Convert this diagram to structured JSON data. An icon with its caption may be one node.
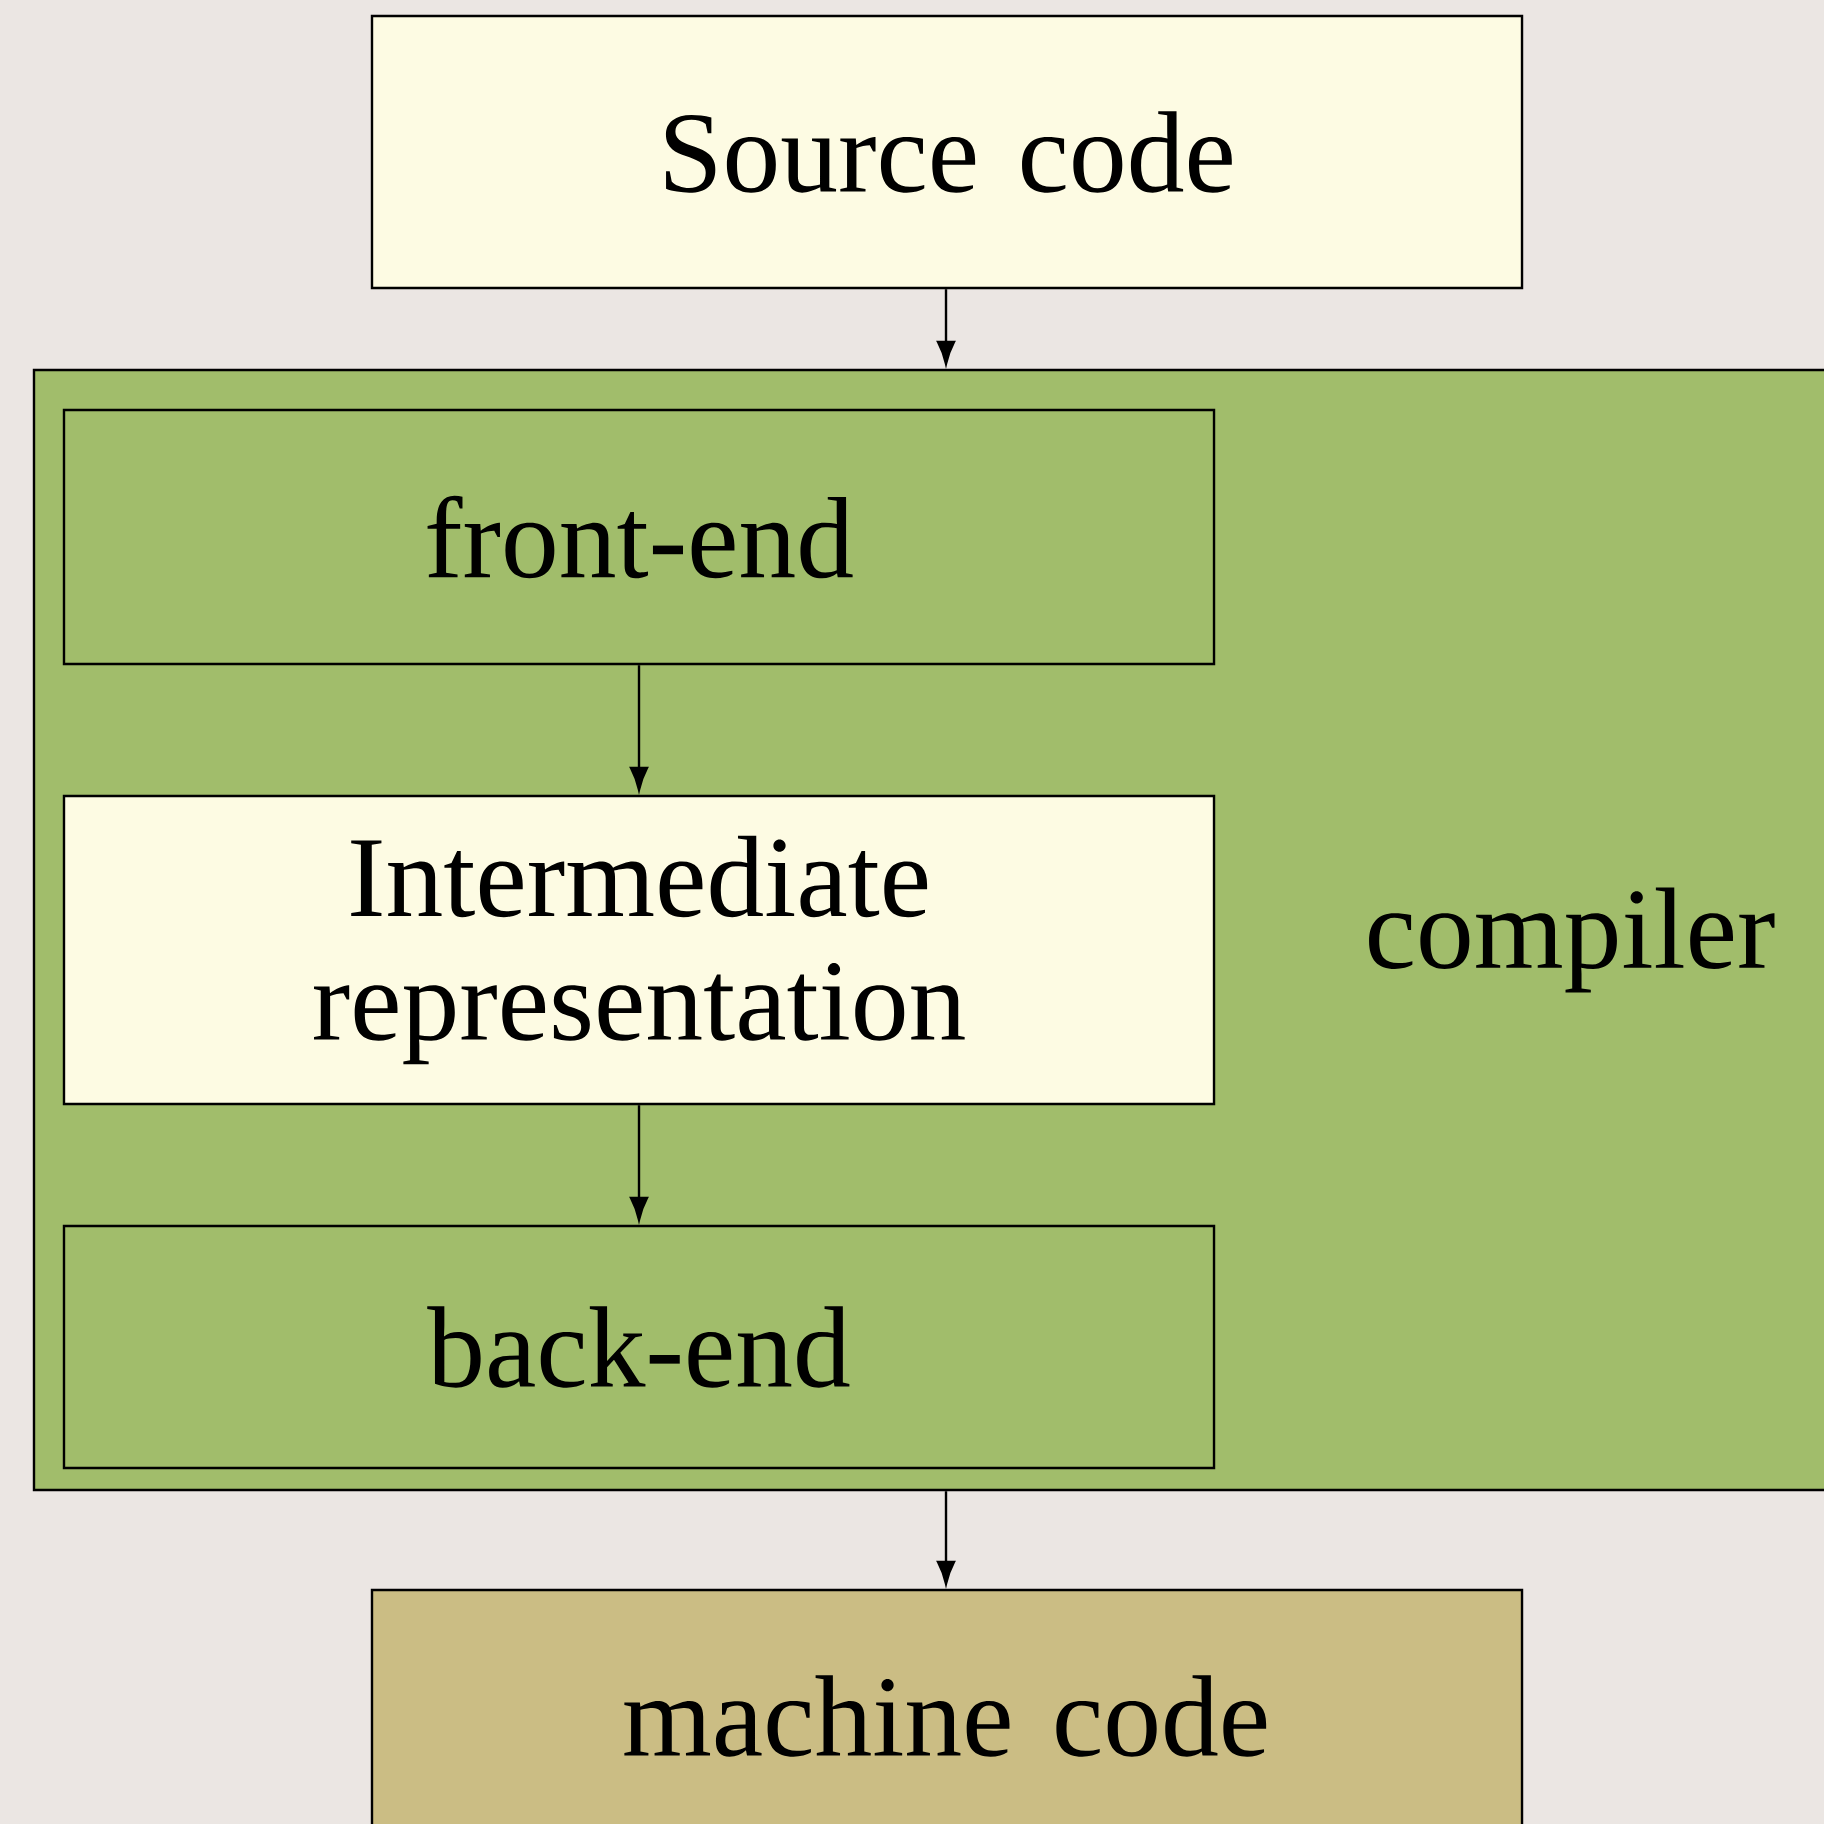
{
  "diagram": {
    "nodes": [
      {
        "text": [
          "Source code"
        ]
      },
      {
        "text": [
          "compiler"
        ]
      },
      {
        "text": [
          "front-end"
        ],
        "in": 1
      },
      {
        "text": [
          "Intermediate representation"
        ],
        "in": 1
      },
      {
        "text": [
          "back-end"
        ],
        "in": 1
      },
      {
        "text": [
          "machine code"
        ]
      }
    ],
    "edges": [
      {
        "from": 0,
        "to": 1,
        "arrow": "to"
      },
      {
        "from": 2,
        "to": 3,
        "arrow": "to"
      },
      {
        "from": 3,
        "to": 4,
        "arrow": "to"
      },
      {
        "from": 1,
        "to": 5,
        "arrow": "to"
      }
    ]
  }
}
